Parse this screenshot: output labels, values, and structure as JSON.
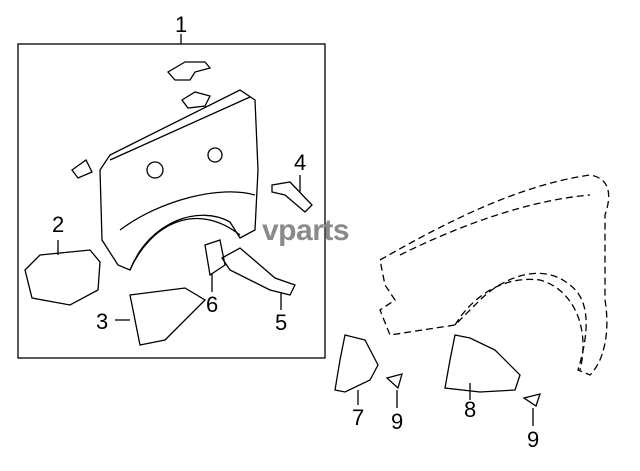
{
  "diagram": {
    "callouts": [
      {
        "id": "c1",
        "label": "1"
      },
      {
        "id": "c2",
        "label": "2"
      },
      {
        "id": "c3",
        "label": "3"
      },
      {
        "id": "c4",
        "label": "4"
      },
      {
        "id": "c5",
        "label": "5"
      },
      {
        "id": "c6",
        "label": "6"
      },
      {
        "id": "c7",
        "label": "7"
      },
      {
        "id": "c8",
        "label": "8"
      },
      {
        "id": "c9a",
        "label": "9"
      },
      {
        "id": "c9b",
        "label": "9"
      }
    ],
    "watermark": "vparts",
    "colors": {
      "line": "#000000",
      "watermark": "#8a8a8a"
    }
  }
}
